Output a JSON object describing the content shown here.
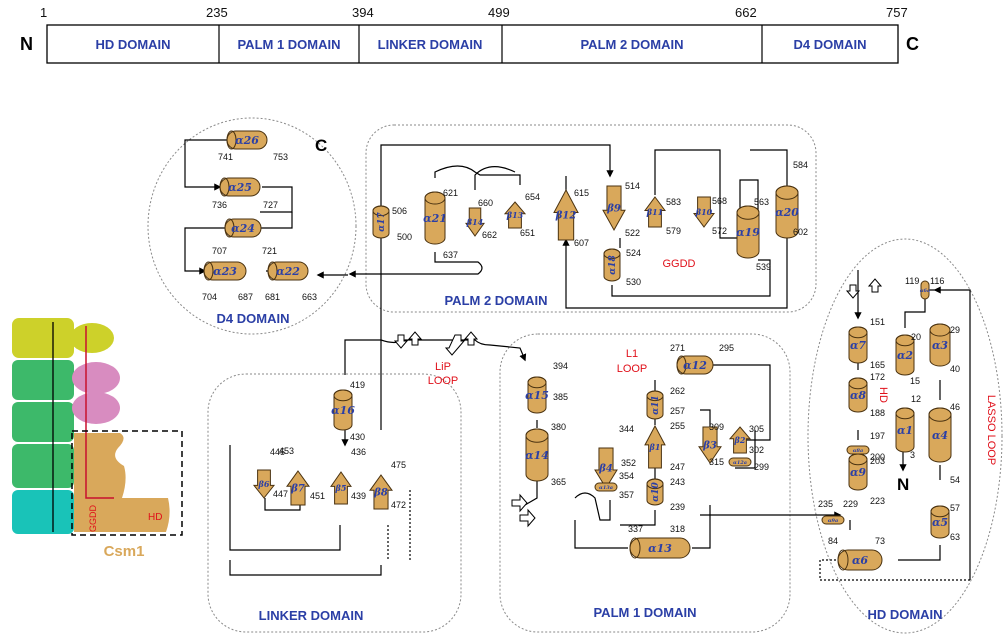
{
  "domain_bar": {
    "positions": [
      "1",
      "235",
      "394",
      "499",
      "662",
      "757"
    ],
    "start_label": "N",
    "end_label": "C",
    "segments": [
      "HD DOMAIN",
      "PALM 1 DOMAIN",
      "LINKER DOMAIN",
      "PALM 2 DOMAIN",
      "D4 DOMAIN"
    ]
  },
  "region_labels": {
    "d4": "D4 DOMAIN",
    "palm2": "PALM 2 DOMAIN",
    "linker": "LINKER DOMAIN",
    "palm1": "PALM 1 DOMAIN",
    "hd": "HD DOMAIN"
  },
  "annotations": {
    "lip_loop_1": "LiP",
    "lip_loop_2": "LOOP",
    "l1_loop_1": "L1",
    "l1_loop_2": "LOOP",
    "ggdd": "GGDD",
    "lasso_loop": "LASSO LOOP",
    "hd_motif": "HD",
    "c_term": "C",
    "n_term": "N"
  },
  "cartoon": {
    "ggdd": "GGDD",
    "hd": "HD",
    "name": "Csm1"
  },
  "d4_elements": [
    {
      "label": "α26",
      "n1": "741",
      "n2": "753"
    },
    {
      "label": "α25",
      "n1": "736",
      "n2": "727"
    },
    {
      "label": "α24",
      "n1": "707",
      "n2": "721"
    },
    {
      "label": "α23",
      "n1": "704",
      "n2": "687"
    },
    {
      "label": "α22",
      "n1": "681",
      "n2": "663"
    }
  ],
  "palm2_elements": [
    {
      "label": "α17",
      "n1": "506",
      "n2": "500"
    },
    {
      "label": "α21",
      "n1": "621",
      "n2": "637"
    },
    {
      "label": "β14",
      "n1": "660",
      "n2": "662"
    },
    {
      "label": "β13",
      "n1": "654",
      "n2": "651"
    },
    {
      "label": "β12",
      "n1": "615",
      "n2": "607"
    },
    {
      "label": "β9",
      "n1": "514",
      "n2": "522"
    },
    {
      "label": "α18",
      "n1": "524",
      "n2": "530"
    },
    {
      "label": "β11",
      "n1": "583",
      "n2": "579"
    },
    {
      "label": "β10",
      "n1": "568",
      "n2": "572"
    },
    {
      "label": "α19",
      "n1": "563",
      "n2": "539"
    },
    {
      "label": "α20",
      "n1": "584",
      "n2": "602"
    }
  ],
  "linker_elements": [
    {
      "label": "α16",
      "n1": "419",
      "n2": "430"
    },
    {
      "label": "β6",
      "n1": "445",
      "n2": "447"
    },
    {
      "label": "β7",
      "n1": "453",
      "n2": "451"
    },
    {
      "label": "β5",
      "n1": "436",
      "n2": "439"
    },
    {
      "label": "β8",
      "n1": "475",
      "n2": "472"
    }
  ],
  "palm1_elements": [
    {
      "label": "α15",
      "n1": "394",
      "n2": "385"
    },
    {
      "label": "α14",
      "n1": "380",
      "n2": "365"
    },
    {
      "label": "β4",
      "n1": "344",
      "n2": "352"
    },
    {
      "label": "α13a",
      "n1": "354",
      "n2": "357"
    },
    {
      "label": "α12",
      "n1": "271",
      "n2": "295"
    },
    {
      "label": "α11",
      "n1": "262",
      "n2": "257"
    },
    {
      "label": "β1",
      "n1": "255",
      "n2": "247"
    },
    {
      "label": "α10",
      "n1": "243",
      "n2": "239"
    },
    {
      "label": "β3",
      "n1": "309",
      "n2": "315"
    },
    {
      "label": "β2",
      "n1": "305",
      "n2": "302"
    },
    {
      "label": "α12a",
      "n1": "299",
      "n2": ""
    },
    {
      "label": "α13",
      "n1": "337",
      "n2": "318"
    }
  ],
  "hd_elements": [
    {
      "label": "α7",
      "n1": "151",
      "n2": "165"
    },
    {
      "label": "α8",
      "n1": "172",
      "n2": "188"
    },
    {
      "label": "α8a",
      "n1": "197",
      "n2": "200"
    },
    {
      "label": "α9",
      "n1": "203",
      "n2": "223"
    },
    {
      "label": "α9a",
      "n1": "235",
      "n2": "229"
    },
    {
      "label": "α2",
      "n1": "20",
      "n2": "15"
    },
    {
      "label": "α1",
      "n1": "12",
      "n2": "3"
    },
    {
      "label": "α3",
      "n1": "29",
      "n2": "40"
    },
    {
      "label": "α4",
      "n1": "46",
      "n2": "54"
    },
    {
      "label": "α5",
      "n1": "57",
      "n2": "63"
    },
    {
      "label": "α6",
      "n1": "84",
      "n2": "73"
    },
    {
      "label": "α6a",
      "n1": "119",
      "n2": "116"
    }
  ],
  "colors": {
    "element_fill": "#d9a85b",
    "element_stroke": "#4a3210",
    "label_blue": "#2b3fa6",
    "annotation_red": "#e0101a",
    "region_border": "#8a8a8a",
    "cartoon_yellow": "#cdd12a",
    "cartoon_green": "#3db96a",
    "cartoon_pink": "#d88cc0",
    "cartoon_teal": "#19c3b8",
    "cartoon_tan": "#d9a85b"
  }
}
